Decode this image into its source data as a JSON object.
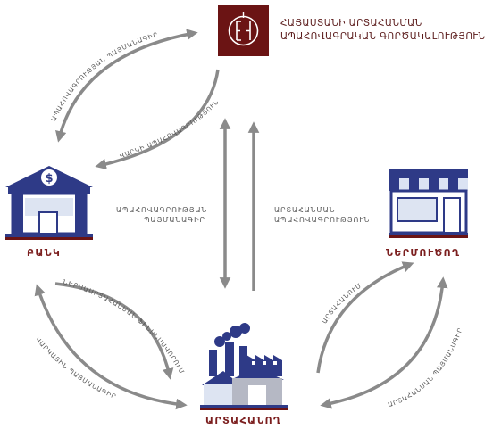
{
  "organization": {
    "line1": "ՀԱՅԱՍՏԱՆԻ ԱՐՏԱՀԱՆՄԱՆ",
    "line2": "ԱՊԱՀՈՎԱԳՐԱԿԱՆ ԳՈՐԾԱԿԱԼՈՒԹՅՈՒՆ",
    "logo_icon": "eia-logo-icon",
    "brand_color": "#6b1414"
  },
  "nodes": {
    "bank": "ԲԱՆԿ",
    "buyer": "ՆԵՐՄՈՒԾՈՂ",
    "exporter": "ԱՐՏԱՀԱՆՈՂ"
  },
  "labels": {
    "insurance_contract_mid_line1": "ԱՊԱՀՈՎԱԳՐՈՒԹՅԱՆ",
    "insurance_contract_mid_line2": "ՊԱՅՄԱՆԱԳԻՐ",
    "export_insurance_line1": "ԱՐՏԱՀԱՆՄԱՆ",
    "export_insurance_line2": "ԱՊԱՀՈՎԱԳՐՈՒԹՅՈՒՆ",
    "arc_insurance_contract": "ԱՊԱՀՈՎԱԳՐՈՒԹՅԱՆ ՊԱՅՄԱՆԱԳԻՐ",
    "arc_loan_insurance": "ՎԱՐԿԻ ԱՊԱՀՈՎԱԳՐՈՒԹՅՈՒՆ",
    "arc_receivables": "ՆԵՐՍԱԱՐՏԱՀԱՆՄԱՆ ՖԻՆԱՆՍԱՎՈՐՈՒՄ",
    "arc_loan_agreement": "ՎԱՐԿԱՅԻՆ ՊԱՅՄԱՆԱԳԻՐ",
    "arc_export": "ԱՐՏԱՀԱՆՈՒՄ",
    "arc_export_contract": "ԱՐՏԱՀԱՆՄԱՆ ՊԱՅՄԱՆԱԳԻՐ"
  },
  "colors": {
    "arrow": "#8a8a8a",
    "navy": "#2e3a87",
    "label": "#7b1e1e"
  }
}
